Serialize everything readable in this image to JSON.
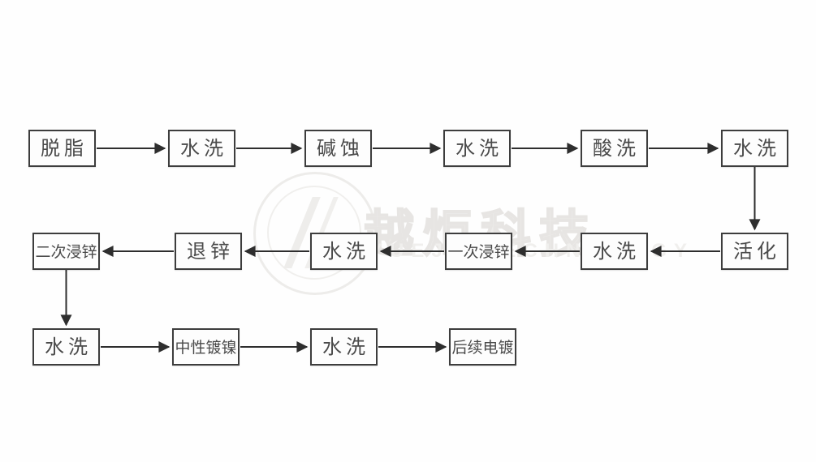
{
  "diagram": {
    "type": "flowchart",
    "description_labels": [],
    "nodes": [
      {
        "id": "n0",
        "label": "脱脂"
      },
      {
        "id": "n1",
        "label": "水洗"
      },
      {
        "id": "n2",
        "label": "碱蚀"
      },
      {
        "id": "n3",
        "label": "水洗"
      },
      {
        "id": "n4",
        "label": "酸洗"
      },
      {
        "id": "n5",
        "label": "水洗"
      },
      {
        "id": "n6",
        "label": "活化"
      },
      {
        "id": "n7",
        "label": "水洗"
      },
      {
        "id": "n8",
        "label": "一次浸锌"
      },
      {
        "id": "n9",
        "label": "水洗"
      },
      {
        "id": "n10",
        "label": "退锌"
      },
      {
        "id": "n11",
        "label": "二次浸锌"
      },
      {
        "id": "n12",
        "label": "水洗"
      },
      {
        "id": "n13",
        "label": "中性镀镍"
      },
      {
        "id": "n14",
        "label": "水洗"
      },
      {
        "id": "n15",
        "label": "后续电镀"
      }
    ],
    "connections": [
      {
        "from": 0,
        "to": 1
      },
      {
        "from": 1,
        "to": 2
      },
      {
        "from": 2,
        "to": 3
      },
      {
        "from": 3,
        "to": 4
      },
      {
        "from": 4,
        "to": 5
      },
      {
        "from": 5,
        "to": 6
      },
      {
        "from": 6,
        "to": 7
      },
      {
        "from": 7,
        "to": 8
      },
      {
        "from": 8,
        "to": 9
      },
      {
        "from": 9,
        "to": 10
      },
      {
        "from": 10,
        "to": 11
      },
      {
        "from": 11,
        "to": 12
      },
      {
        "from": 12,
        "to": 13
      },
      {
        "from": 13,
        "to": 14
      },
      {
        "from": 14,
        "to": 15
      }
    ]
  },
  "watermark": {
    "cn": "越炬科技",
    "en": "YUEJU TECHNOLOGY"
  },
  "colors": {
    "box_border": "#3d3d3d",
    "box_text": "#4a4a4a",
    "arrow": "#2e2e2e",
    "watermark": "#edecea",
    "background": "#fefefe"
  }
}
